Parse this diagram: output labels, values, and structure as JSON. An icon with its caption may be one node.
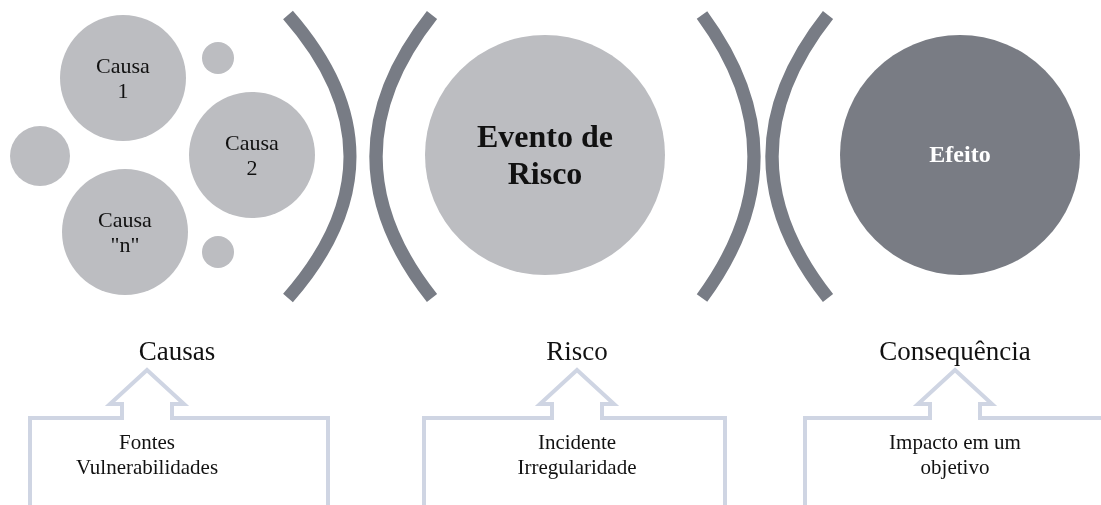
{
  "diagram": {
    "nodes": [
      {
        "text": [
          "Causa 1"
        ]
      },
      {
        "text": [],
        "shape": "circle"
      },
      {
        "text": [],
        "shape": "circle"
      },
      {
        "text": [
          "Causa 2"
        ]
      },
      {
        "text": [
          "Causa \"n\""
        ]
      },
      {
        "text": [],
        "shape": "circle"
      },
      {
        "text": [
          "Evento de Risco"
        ]
      },
      {
        "text": [
          "Efeito"
        ]
      },
      {
        "text": [
          "Fontes Vulnerabilidades"
        ]
      },
      {
        "text": [
          "Incidente Irregularidade"
        ]
      },
      {
        "text": [
          "Impacto em um objetivo"
        ]
      }
    ],
    "labels": [
      "Causas",
      "Risco",
      "Consequência"
    ]
  }
}
